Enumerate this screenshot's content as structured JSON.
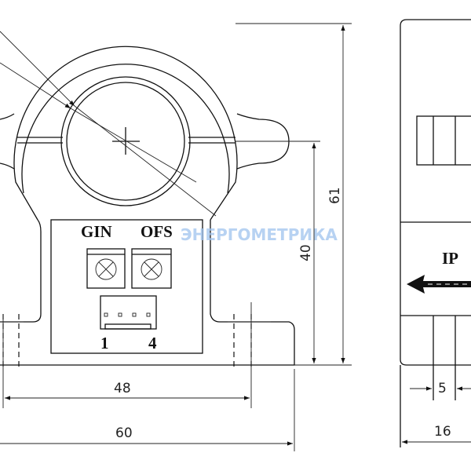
{
  "labels": {
    "gin": "GIN",
    "ofs": "OFS",
    "pin_first": "1",
    "pin_last": "4",
    "current_direction": "IP"
  },
  "dimensions": {
    "height_total": "61",
    "height_center": "40",
    "width_mount": "48",
    "width_total": "60",
    "side_pin": "5",
    "side_depth": "16"
  },
  "watermark": "ЭНЕРГОМЕТРИКА",
  "colors": {
    "line": "#111111",
    "watermark": "#9fc3ee"
  }
}
